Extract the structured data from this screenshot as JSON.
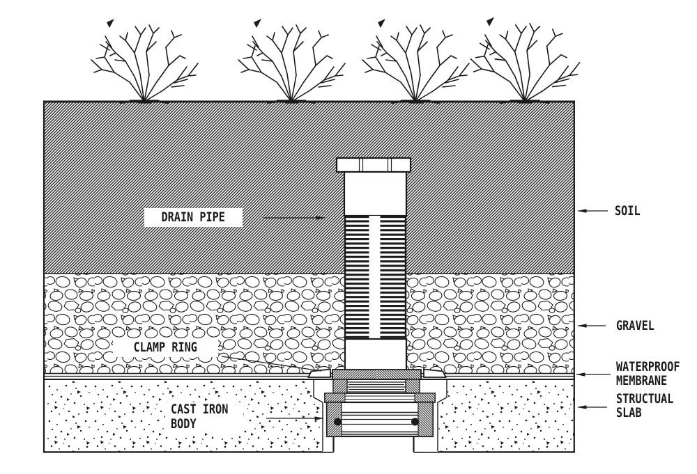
{
  "diagram": {
    "labels": {
      "drain_pipe": "DRAIN PIPE",
      "clamp_ring": "CLAMP RING",
      "cast_iron_body_line1": "CAST IRON",
      "cast_iron_body_line2": "BODY",
      "soil": "SOIL",
      "gravel": "GRAVEL",
      "waterproof_membrane_line1": "WATERPROOF",
      "waterproof_membrane_line2": "MEMBRANE",
      "structural_slab_line1": "STRUCTUAL",
      "structural_slab_line2": "SLAB"
    },
    "colors": {
      "ink": "#1b1b1b",
      "background": "#ffffff"
    }
  }
}
